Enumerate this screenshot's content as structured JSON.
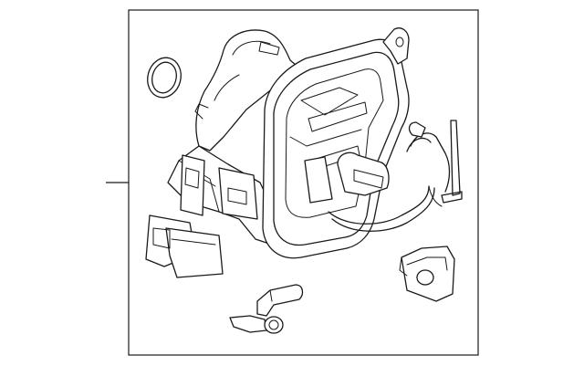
{
  "diagram": {
    "callouts": [],
    "parts": [
      "seal-ring",
      "housing-assembly",
      "wire-harness",
      "connector-clip",
      "retaining-clip",
      "bulb-socket"
    ]
  }
}
